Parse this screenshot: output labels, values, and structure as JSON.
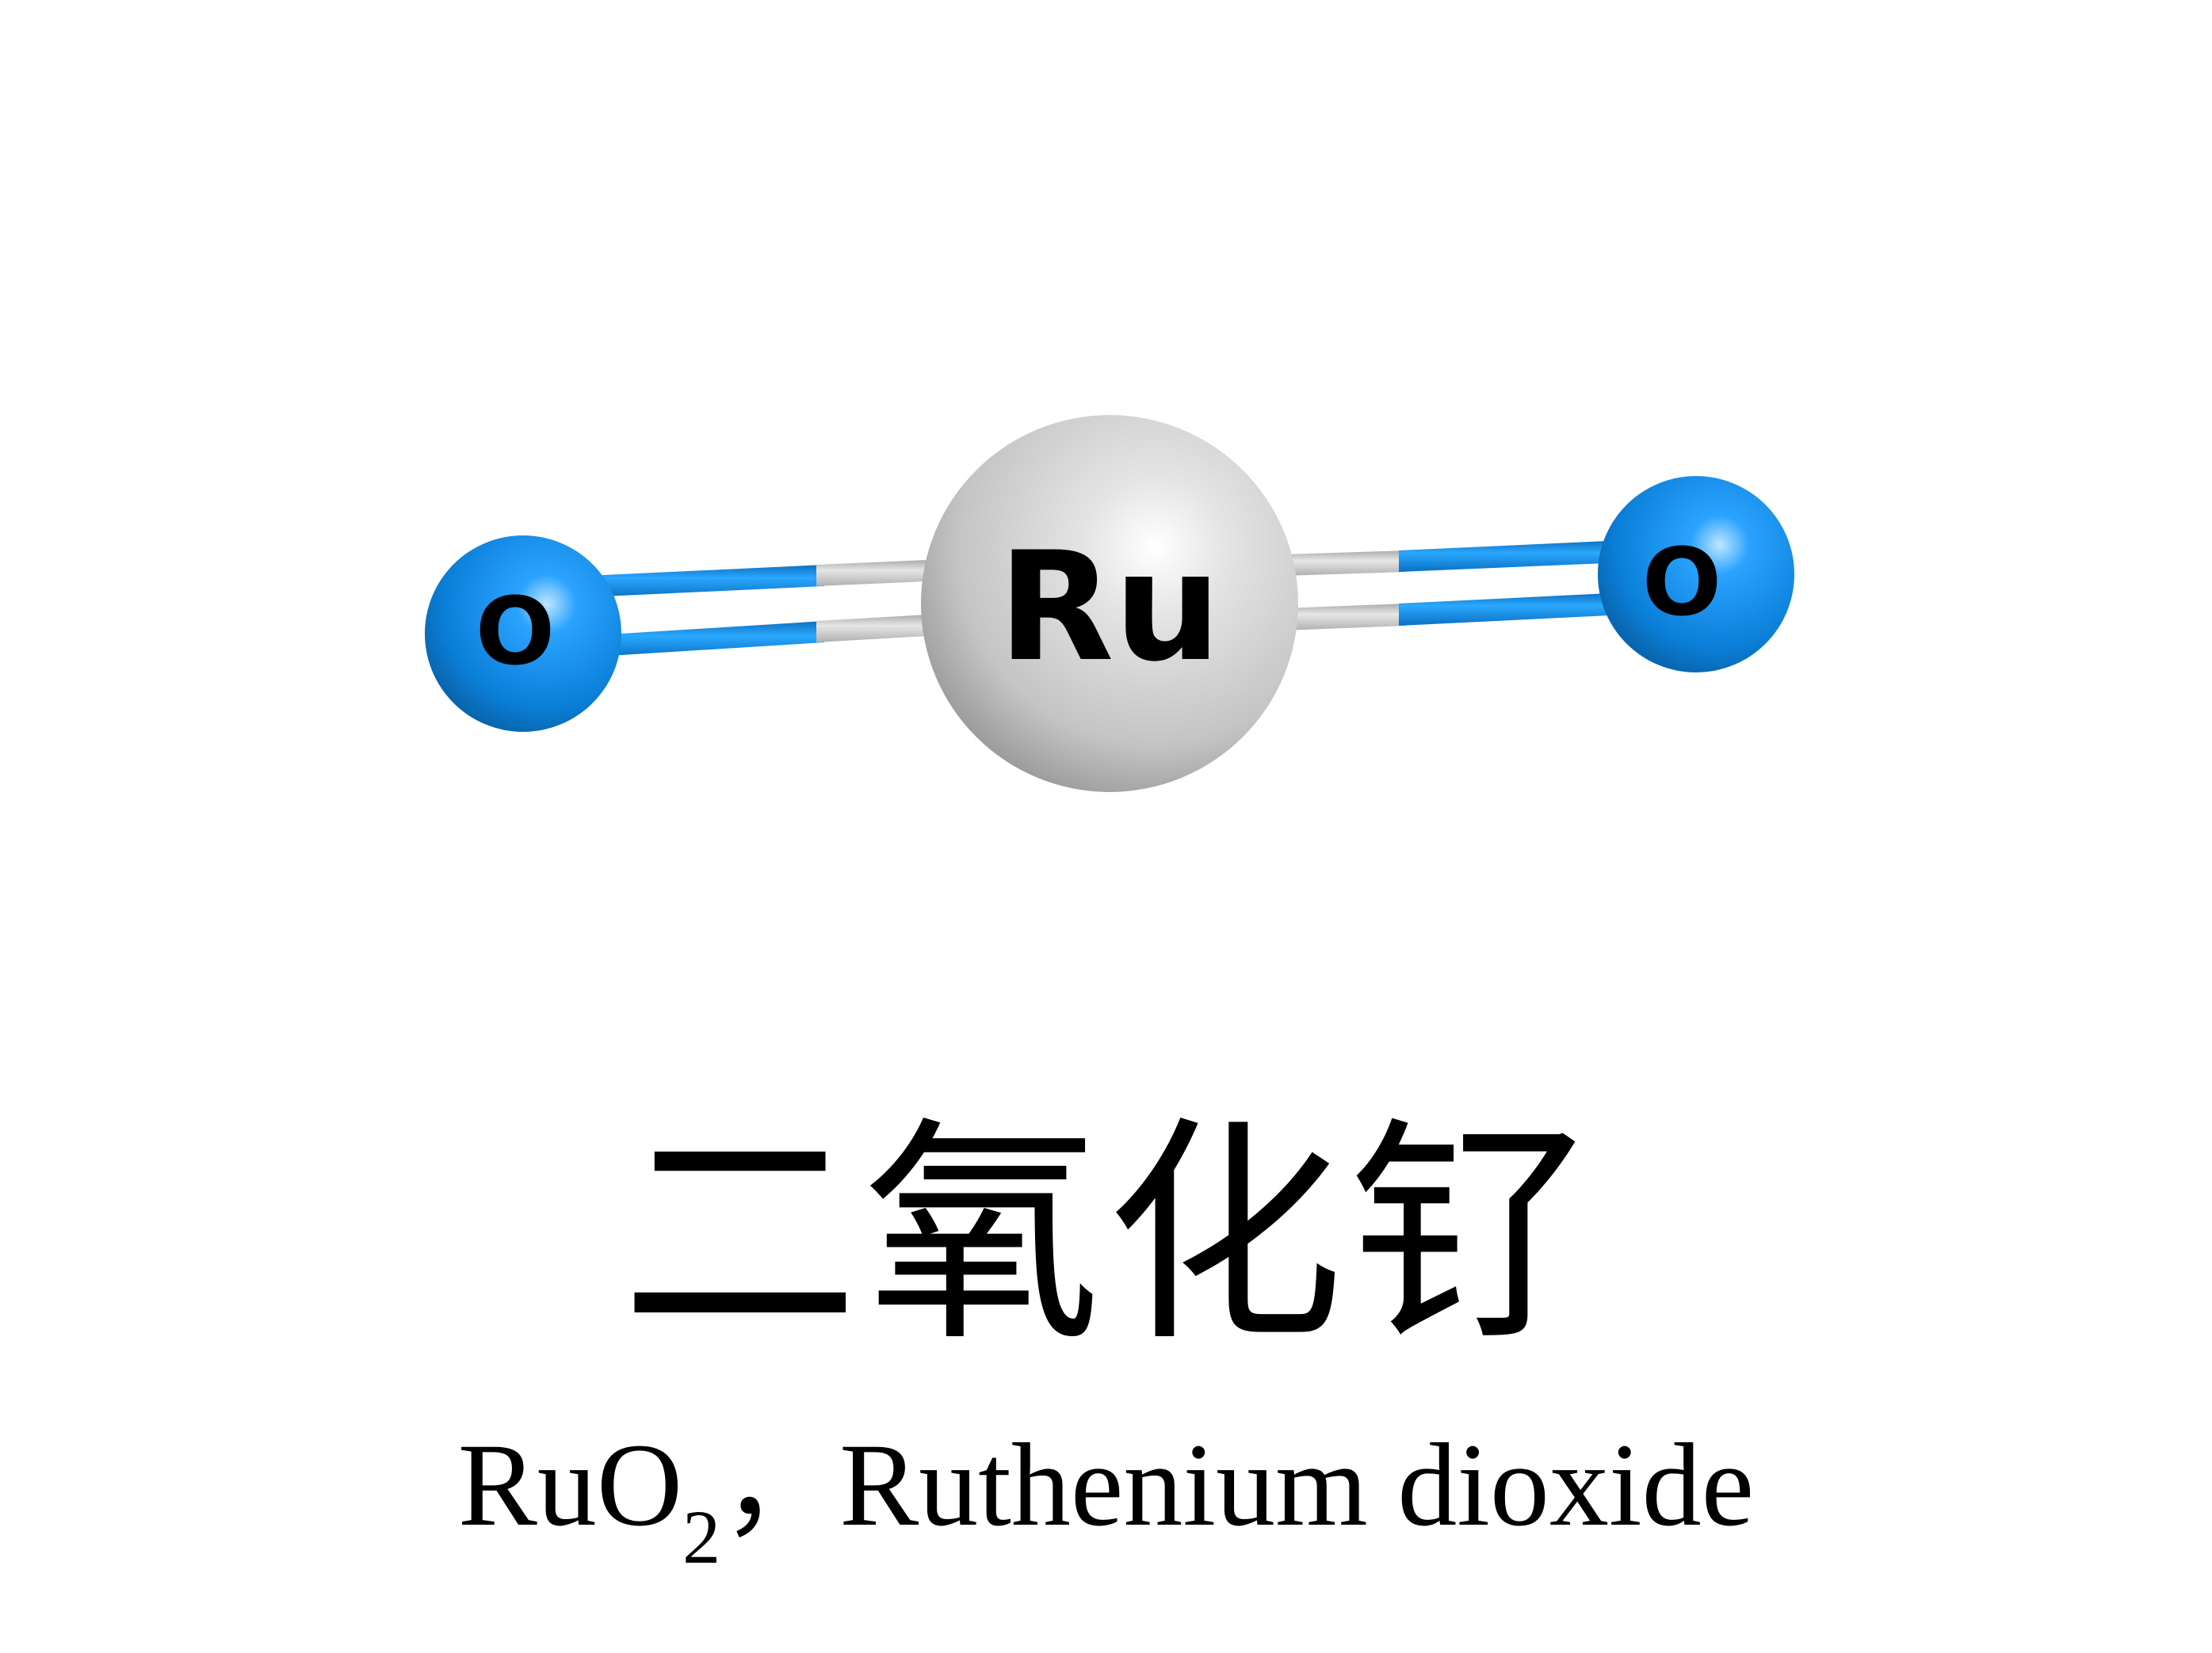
{
  "molecule": {
    "center_atom": {
      "label": "Ru",
      "color": "#d0d0d0"
    },
    "left_atom": {
      "label": "O",
      "color": "#0b84e6"
    },
    "right_atom": {
      "label": "O",
      "color": "#0b84e6"
    },
    "bond_colors": {
      "oxygen_side": "#0b84e6",
      "ruthenium_side": "#cfcfcf"
    }
  },
  "title": {
    "chinese_name": "二氧化钌"
  },
  "subtitle": {
    "formula_main": "RuO",
    "formula_subscript": "2",
    "separator": "，",
    "english_name": "Ruthenium dioxide"
  }
}
